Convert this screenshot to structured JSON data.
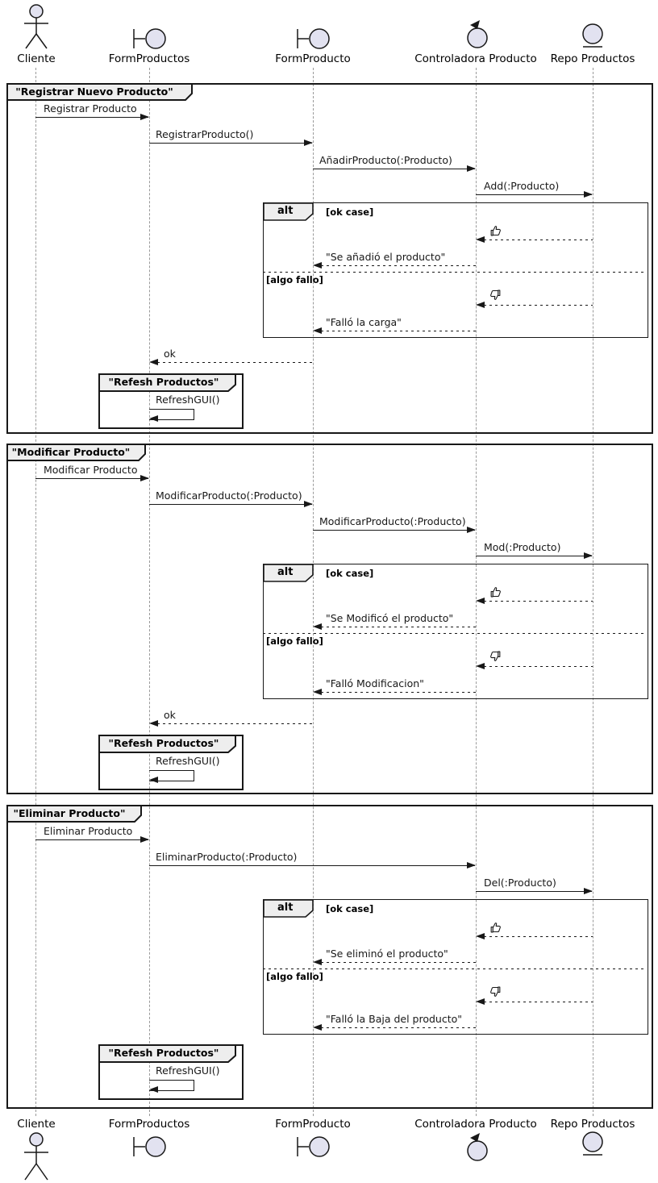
{
  "participants": [
    {
      "label": "Cliente",
      "type": "actor"
    },
    {
      "label": "FormProductos",
      "type": "boundary"
    },
    {
      "label": "FormProducto",
      "type": "boundary"
    },
    {
      "label": "Controladora Producto",
      "type": "control"
    },
    {
      "label": "Repo Productos",
      "type": "entity"
    }
  ],
  "alt": {
    "keyword": "alt",
    "ok_guard": "[ok case]",
    "fail_guard": "[algo fallo]"
  },
  "icons": {
    "thumbs_up": "👍",
    "thumbs_down": "👎"
  },
  "colors": {
    "participant_fill": "#E2E2F0",
    "frame_border": "#181818",
    "header_bg": "#EEEEEE",
    "lifeline": "#9A9A9A"
  },
  "g1": {
    "title": "\"Registrar Nuevo Producto\"",
    "m1": "Registrar Producto",
    "m2": "RegistrarProducto()",
    "m3": "AñadirProducto(:Producto)",
    "m4": "Add(:Producto)",
    "ok_msg": "\"Se añadió el producto\"",
    "fail_msg": "\"Falló la carga\"",
    "ok_return": "ok",
    "ref_title": "\"Refesh Productos\"",
    "ref_msg": "RefreshGUI()"
  },
  "g2": {
    "title": "\"Modificar Producto\"",
    "m1": "Modificar Producto",
    "m2": "ModificarProducto(:Producto)",
    "m3": "ModificarProducto(:Producto)",
    "m4": "Mod(:Producto)",
    "ok_msg": "\"Se Modificó el producto\"",
    "fail_msg": "\"Falló Modificacion\"",
    "ok_return": "ok",
    "ref_title": "\"Refesh Productos\"",
    "ref_msg": "RefreshGUI()"
  },
  "g3": {
    "title": "\"Eliminar Producto\"",
    "m1": "Eliminar Producto",
    "m2": "EliminarProducto(:Producto)",
    "m3": "Del(:Producto)",
    "ok_msg": "\"Se eliminó el producto\"",
    "fail_msg": "\"Falló la Baja del producto\"",
    "ref_title": "\"Refesh Productos\"",
    "ref_msg": "RefreshGUI()"
  }
}
